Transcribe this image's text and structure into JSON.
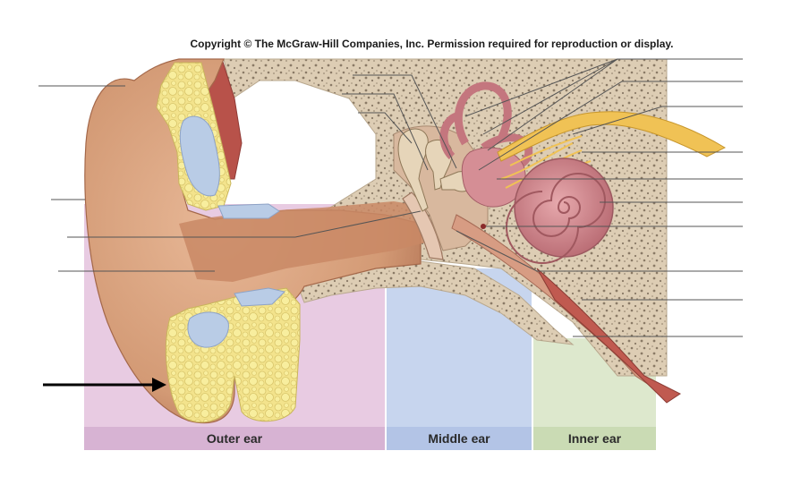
{
  "copyright": "Copyright © The McGraw-Hill Companies, Inc. Permission required for reproduction or display.",
  "regions": [
    {
      "label": "Outer ear",
      "color": "#e8cbe2",
      "band_color": "#d7b3d3"
    },
    {
      "label": "Middle ear",
      "color": "#c7d5ee",
      "band_color": "#b3c4e6"
    },
    {
      "label": "Inner ear",
      "color": "#dde8cd",
      "band_color": "#cadbb4"
    }
  ],
  "colors": {
    "skin": "#d9a27e",
    "skin_dark": "#b9785a",
    "bone": "#ddcdb4",
    "bone_speckle": "#8a7a66",
    "cartilage": "#f1e28c",
    "cartilage_blue": "#b9cce6",
    "muscle": "#b8524a",
    "nerve": "#f0c255",
    "cochlea": "#c97f86",
    "arrow": "#000000",
    "leader": "#555555"
  },
  "icons": [
    "pointer-arrow-icon"
  ]
}
